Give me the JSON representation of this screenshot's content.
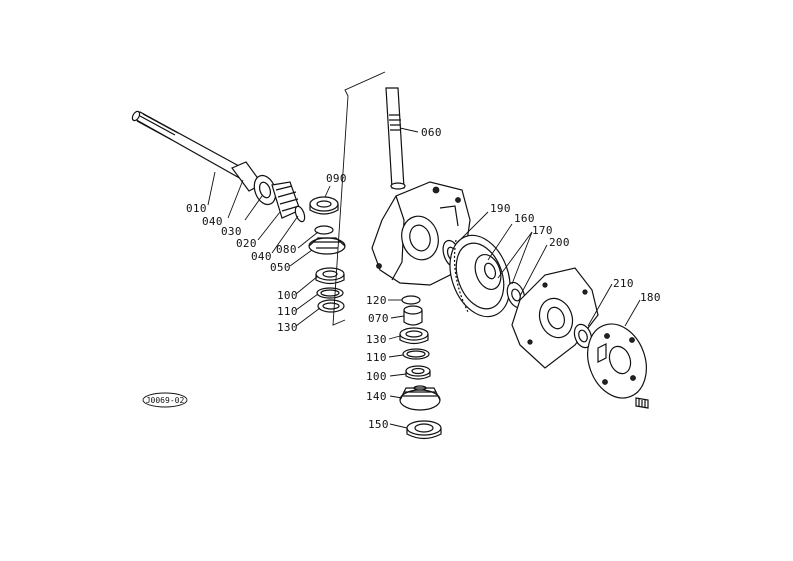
{
  "reference_code": "J0069-02",
  "labels": {
    "p010": "010",
    "p040a": "040",
    "p030": "030",
    "p020": "020",
    "p040b": "040",
    "p080": "080",
    "p090": "090",
    "p050": "050",
    "p100a": "100",
    "p110a": "110",
    "p130a": "130",
    "p060": "060",
    "p190": "190",
    "p160": "160",
    "p170": "170",
    "p200": "200",
    "p120": "120",
    "p070": "070",
    "p130b": "130",
    "p110b": "110",
    "p100b": "100",
    "p140": "140",
    "p150": "150",
    "p210": "210",
    "p180": "180"
  }
}
